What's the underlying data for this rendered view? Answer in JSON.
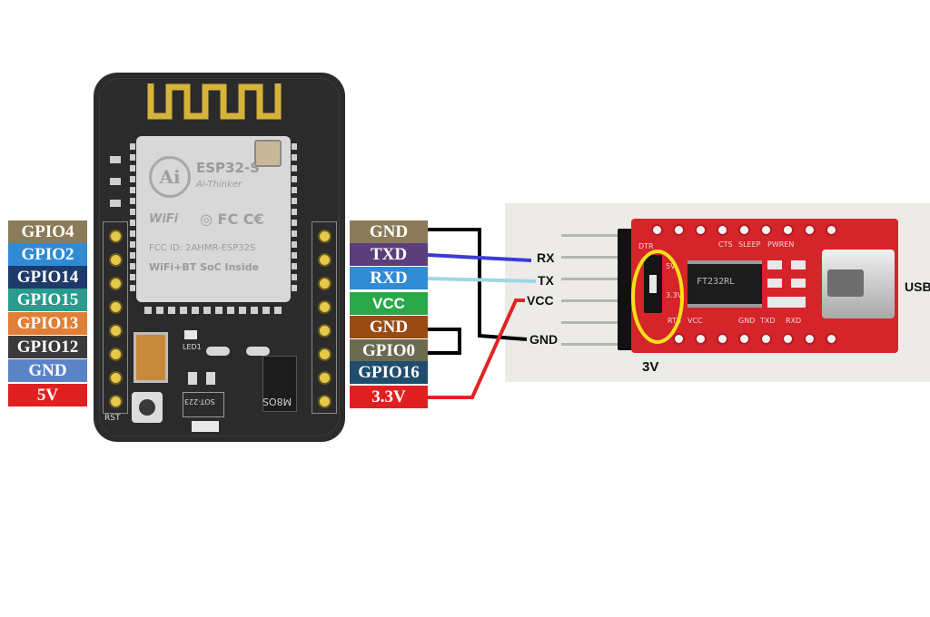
{
  "esp32_board": {
    "module_brand": "ESP32-S",
    "module_vendor": "Ai-Thinker",
    "module_logo": "Ai",
    "wifi_mark": "WiFi",
    "fcc_text": "FCC ID: 2AHMR-ESP32S",
    "description": "WiFi+BT SoC Inside",
    "reset_label": "RST",
    "led_label": "LED1",
    "chip_label": "SOT-223",
    "chip2_label": "M8OS",
    "antenna_icon": "pcb-antenna-icon"
  },
  "left_pins": [
    {
      "label": "GPIO4",
      "color": "#8c7b58"
    },
    {
      "label": "GPIO2",
      "color": "#2f8bd4"
    },
    {
      "label": "GPIO14",
      "color": "#1d3a6b"
    },
    {
      "label": "GPIO15",
      "color": "#2a9c8e"
    },
    {
      "label": "GPIO13",
      "color": "#e07f35"
    },
    {
      "label": "GPIO12",
      "color": "#3a3a3a"
    },
    {
      "label": "GND",
      "color": "#5b84c7"
    },
    {
      "label": "5V",
      "color": "#e02020"
    }
  ],
  "right_pins": [
    {
      "label": "GND",
      "color": "#8c7b58"
    },
    {
      "label": "TXD",
      "color": "#5b3e7a"
    },
    {
      "label": "RXD",
      "color": "#2f8bd4"
    },
    {
      "label": "VCC",
      "color": "#2aa84a"
    },
    {
      "label": "GND",
      "color": "#9a4b14"
    },
    {
      "label": "GPIO0",
      "color": "#6b6b52"
    },
    {
      "label": "GPIO16",
      "color": "#1f4d6e"
    },
    {
      "label": "3.3V",
      "color": "#e02020"
    }
  ],
  "ftdi": {
    "wire_labels": {
      "rx": "RX",
      "tx": "TX",
      "vcc": "VCC",
      "gnd": "GND"
    },
    "usb_label": "USB",
    "jumper_label": "3V",
    "chip_label": "FT232RL",
    "silk_top": [
      "GND",
      "CTS",
      "VCC",
      "TXD",
      "RXD",
      "DTR"
    ],
    "silk_side": [
      "5V",
      "3.3V"
    ],
    "silk_misc": [
      "RTS",
      "SLEEP",
      "PWREN"
    ]
  },
  "wire_colors": {
    "gnd": "#000000",
    "tx": "#3b3bd0",
    "rx": "#9fd6e8",
    "vcc": "#e02424",
    "jumper": "#000000",
    "highlight": "#f4e11a"
  }
}
